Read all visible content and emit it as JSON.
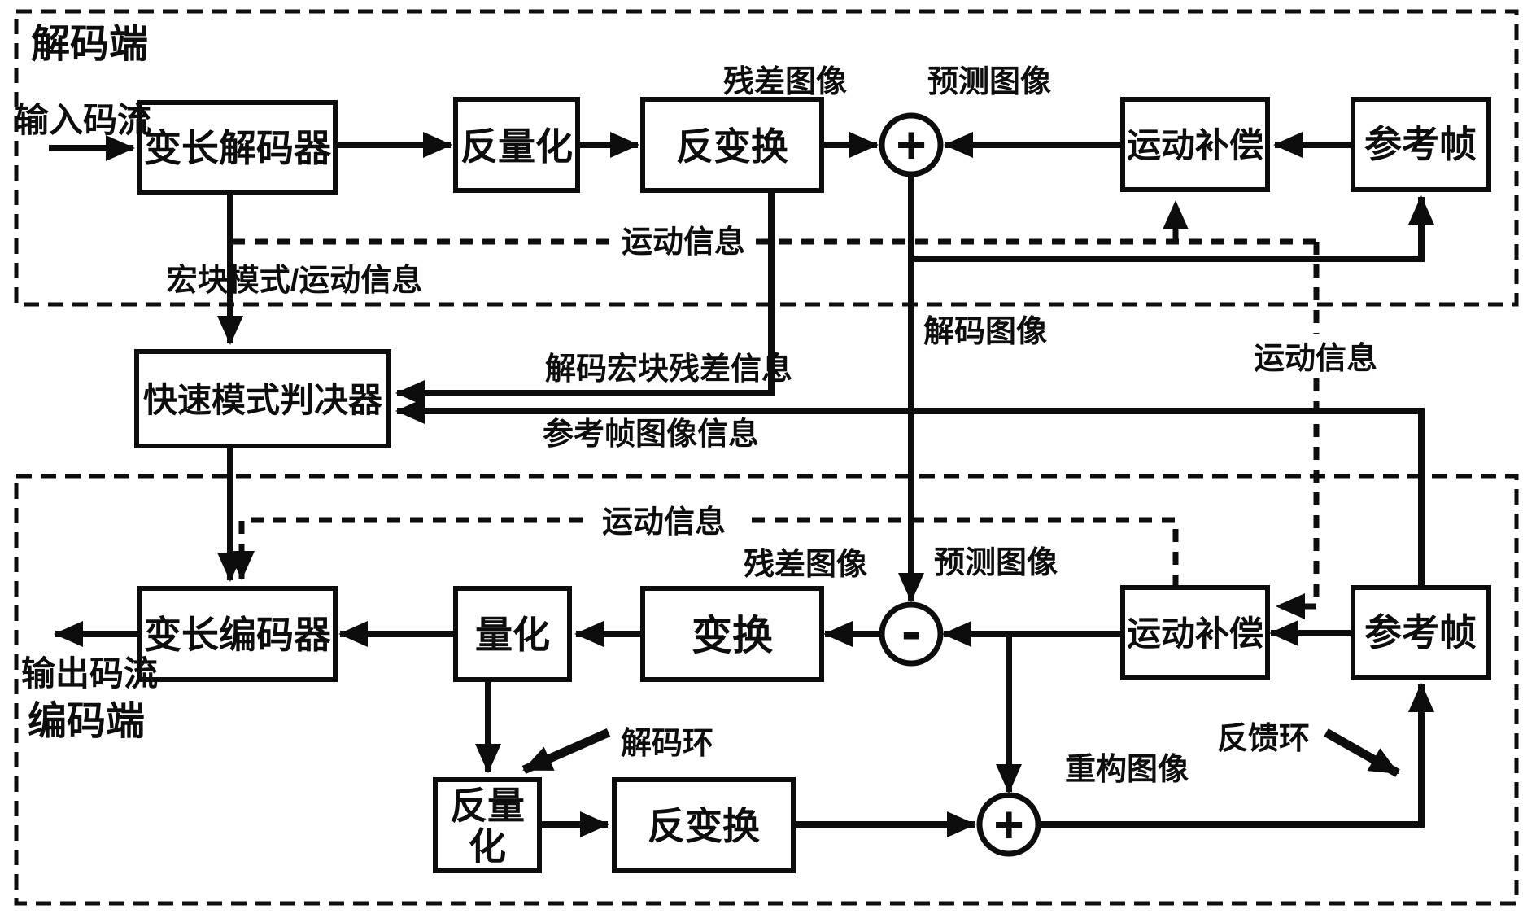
{
  "diagram": {
    "sections": {
      "decoder": "解码端",
      "encoder": "编码端"
    },
    "nodes": {
      "vld": "变长解码器",
      "iq_top": "反量化",
      "it_top": "反变换",
      "sum_top": "+",
      "mc_top": "运动补偿",
      "ref_top": "参考帧",
      "fmd": "快速模式判决器",
      "vlc": "变长编码器",
      "quant": "量化",
      "transform": "变换",
      "diff": "-",
      "mc_bot": "运动补偿",
      "ref_bot": "参考帧",
      "iq_bot_line1": "反量",
      "iq_bot_line2": "化",
      "it_bot": "反变换",
      "sum_bot": "+"
    },
    "labels": {
      "input_stream": "输入码流",
      "output_stream": "输出码流",
      "residual_top": "残差图像",
      "prediction_top": "预测图像",
      "motion_info_decoder": "运动信息",
      "mb_mode_motion": "宏块模式/运动信息",
      "decoded_image": "解码图像",
      "decoded_mb_residual": "解码宏块残差信息",
      "ref_frame_image_info": "参考帧图像信息",
      "motion_info_right": "运动信息",
      "motion_info_encoder": "运动信息",
      "residual_bottom": "残差图像",
      "prediction_bottom": "预测图像",
      "decode_loop": "解码环",
      "reconstructed_image": "重构图像",
      "feedback_loop": "反馈环"
    },
    "colors": {
      "line": "#0d0d0d",
      "background": "#ffffff"
    }
  }
}
